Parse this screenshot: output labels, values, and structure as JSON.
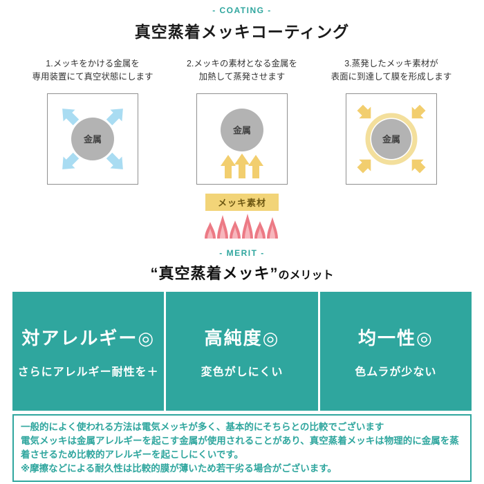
{
  "colors": {
    "teal": "#2FA69E",
    "light_blue_arrow": "#A9DCF2",
    "yellow_arrow": "#F2CE6E",
    "ring_yellow": "#F3DF9C",
    "gray_circle": "#B3B3B3",
    "flame_outer": "#EC7A85",
    "flame_inner": "#F7B6BC",
    "material_label_bg": "#F2D478"
  },
  "coating": {
    "tag": "- COATING -",
    "title": "真空蒸着メッキコーティング",
    "steps": [
      {
        "caption1": "1.メッキをかける金属を",
        "caption2": "専用装置にて真空状態にします",
        "circle_label": "金属"
      },
      {
        "caption1": "2.メッキの素材となる金属を",
        "caption2": "加熱して蒸発させます",
        "circle_label": "金属",
        "material_label": "メッキ素材"
      },
      {
        "caption1": "3.蒸発したメッキ素材が",
        "caption2": "表面に到達して膜を形成します",
        "circle_label": "金属"
      }
    ]
  },
  "merit": {
    "tag": "- MERIT -",
    "title_quoted": "“真空蒸着メッキ”",
    "title_suffix": "のメリット",
    "items": [
      {
        "heading": "対アレルギー◎",
        "desc": "さらにアレルギー耐性を＋"
      },
      {
        "heading": "高純度◎",
        "desc": "変色がしにくい"
      },
      {
        "heading": "均一性◎",
        "desc": "色ムラが少ない"
      }
    ]
  },
  "note": {
    "line1": "一般的によく使われる方法は電気メッキが多く、基本的にそちらとの比較でございます",
    "line2": "電気メッキは金属アレルギーを起こす金属が使用されることがあり、真空蒸着メッキは物理的に金属を蒸着させるため比較的アレルギーを起こしにくいです。",
    "line3": "※摩擦などによる耐久性は比較的膜が薄いため若干劣る場合がございます。"
  }
}
